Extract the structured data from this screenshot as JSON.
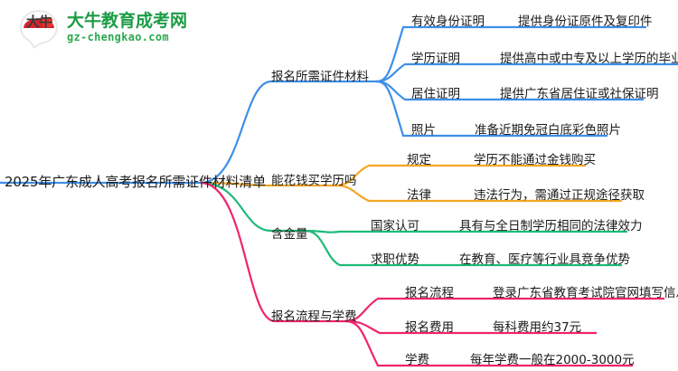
{
  "logo": {
    "mark_text": "大牛",
    "title": "大牛教育成考网",
    "subtitle": "gz-chengkao.com",
    "brand_green": "#1c9c46",
    "brand_red": "#d6232a"
  },
  "mindmap": {
    "root": {
      "label": "2025年广东成人高考报名所需证件材料清单"
    },
    "branches": [
      {
        "label": "报名所需证件材料",
        "color": "#3d8fe8",
        "children": [
          {
            "label": "有效身份证明",
            "detail": "提供身份证原件及复印件"
          },
          {
            "label": "学历证明",
            "detail": "提供高中或中专及以上学历的毕业证书"
          },
          {
            "label": "居住证明",
            "detail": "提供广东省居住证或社保证明"
          },
          {
            "label": "照片",
            "detail": "准备近期免冠白底彩色照片"
          }
        ]
      },
      {
        "label": "能花钱买学历吗",
        "color": "#f5a623",
        "children": [
          {
            "label": "规定",
            "detail": "学历不能通过金钱购买"
          },
          {
            "label": "法律",
            "detail": "违法行为，需通过正规途径获取"
          }
        ]
      },
      {
        "label": "含金量",
        "color": "#1dba7a",
        "children": [
          {
            "label": "国家认可",
            "detail": "具有与全日制学历相同的法律效力"
          },
          {
            "label": "求职优势",
            "detail": "在教育、医疗等行业具竞争优势"
          }
        ]
      },
      {
        "label": "报名流程与学费",
        "color": "#f0246e",
        "children": [
          {
            "label": "报名流程",
            "detail": "登录广东省教育考试院官网填写信息"
          },
          {
            "label": "报名费用",
            "detail": "每科费用约37元"
          },
          {
            "label": "学费",
            "detail": "每年学费一般在2000-3000元"
          }
        ]
      }
    ]
  }
}
